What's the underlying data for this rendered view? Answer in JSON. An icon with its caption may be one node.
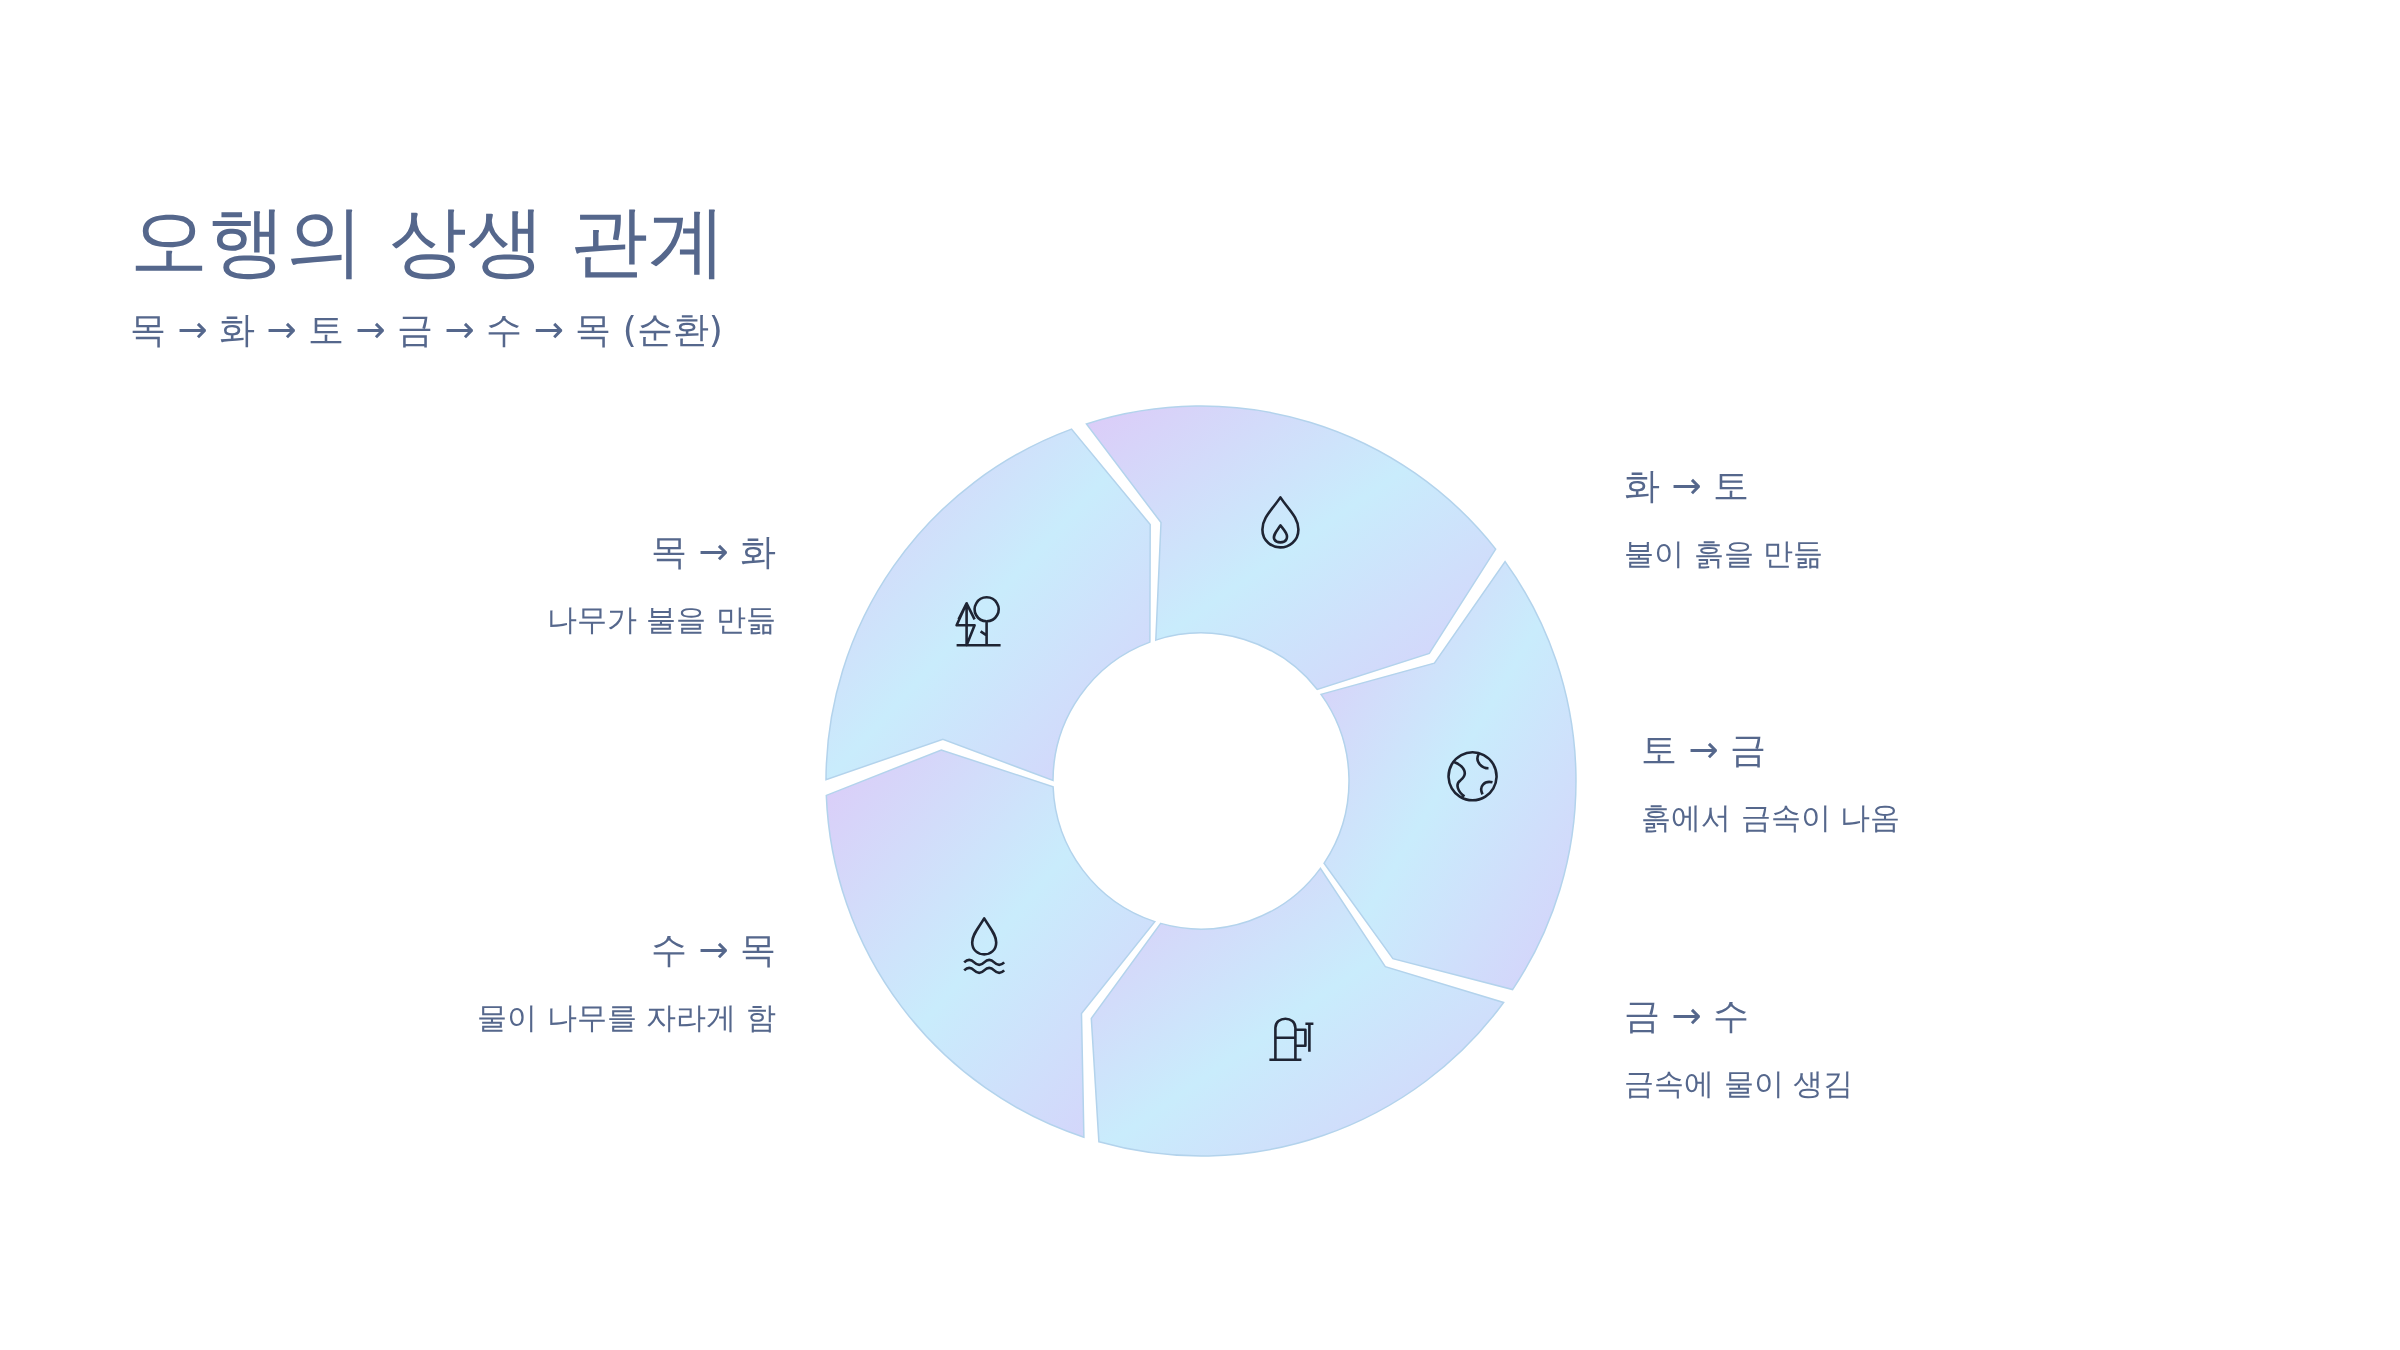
{
  "diagram": {
    "title": "오행의 상생 관계",
    "nodes": [
      {
        "text": [],
        "shape": "arrow",
        "beside": [
          "목 → 화",
          "나무가 불을 만듦"
        ]
      },
      {
        "text": [],
        "shape": "arrow",
        "beside": [
          "화 → 토",
          "불이 흙을 만듦"
        ]
      },
      {
        "text": [],
        "shape": "arrow",
        "beside": [
          "토 → 금",
          "흙에서 금속이 나옴"
        ]
      },
      {
        "text": [],
        "shape": "arrow",
        "beside": [
          "금 → 수",
          "금속에 물이 생김"
        ]
      },
      {
        "text": [],
        "shape": "arrow",
        "beside": [
          "수 → 목",
          "물이 나무를 자라게 함"
        ]
      }
    ],
    "labels": [
      "목 → 화 → 토 → 금 → 수 → 목 (순환)"
    ]
  }
}
